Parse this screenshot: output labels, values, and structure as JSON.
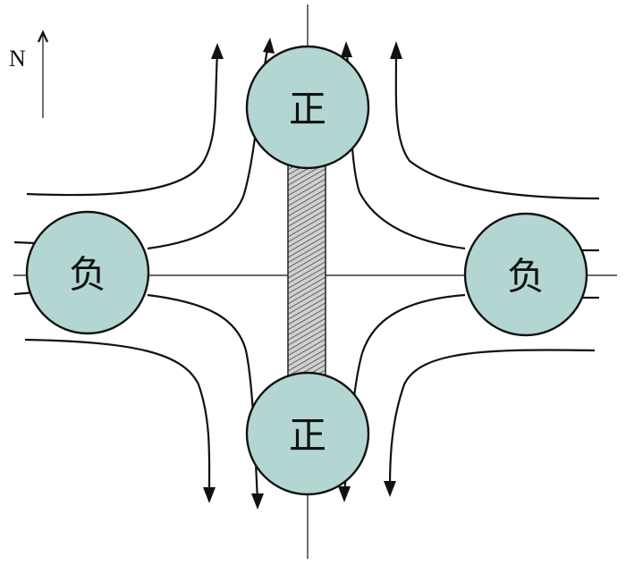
{
  "north_label": "N",
  "centers": {
    "top": {
      "label": "正"
    },
    "bottom": {
      "label": "正"
    },
    "left": {
      "label": "负"
    },
    "right": {
      "label": "负"
    }
  },
  "colors": {
    "center_fill": "#b3d6d2",
    "line": "#111111",
    "background": "#ffffff"
  }
}
